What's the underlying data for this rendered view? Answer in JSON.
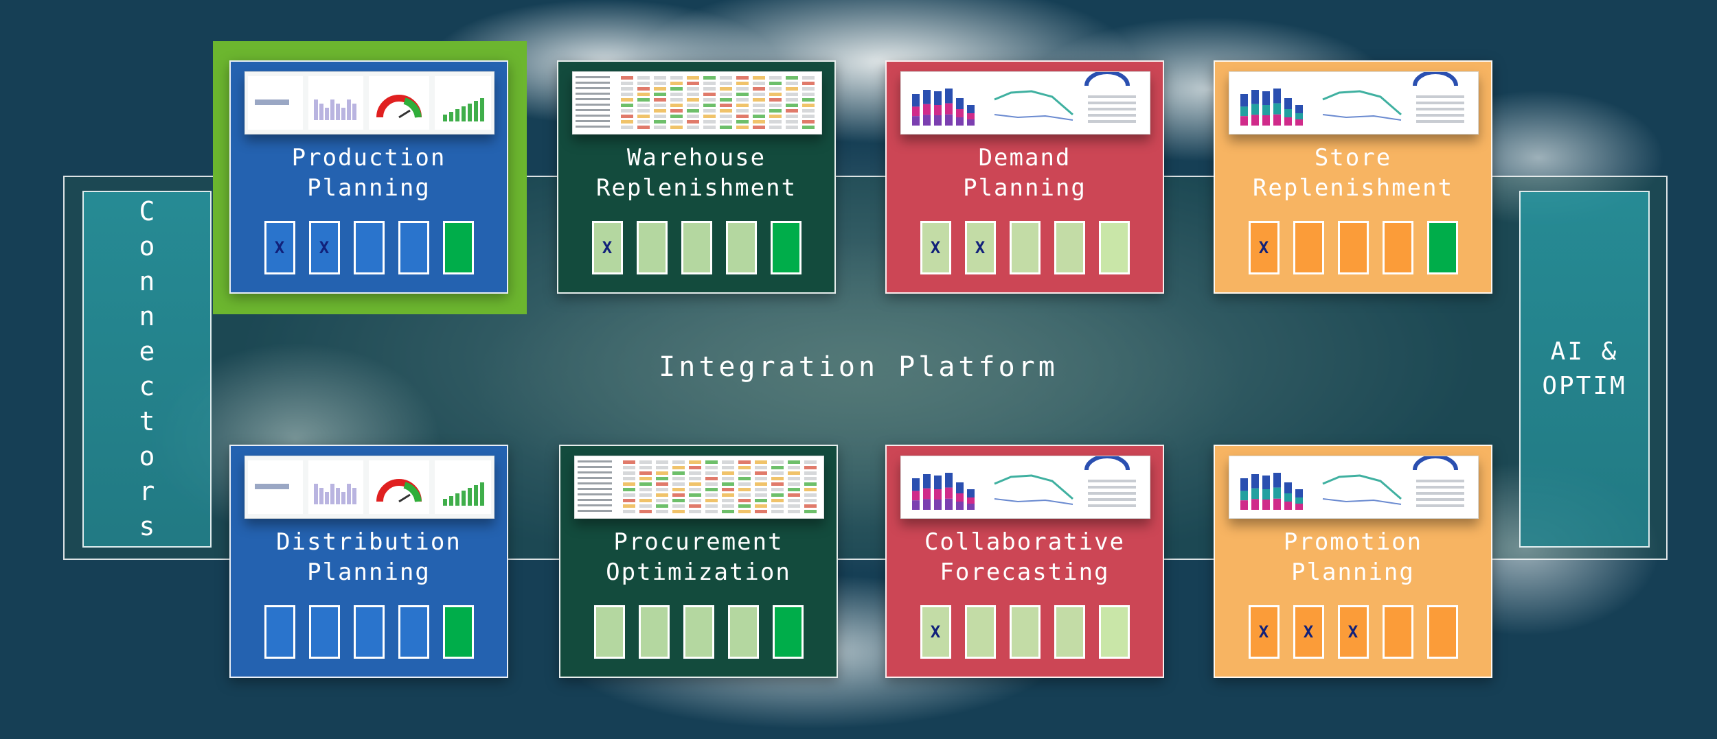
{
  "platform": {
    "title": "Integration Platform",
    "left_panel": "Connectors",
    "right_panel": "AI &\nOPTIM"
  },
  "colors": {
    "blue": "#2462b0",
    "blue_box": "#2a74cc",
    "dark_green": "#134b3d",
    "light_green_box": "#b4d7a0",
    "red": "#cc4655",
    "pale_green_box": "#c3dca6",
    "orange": "#f7b462",
    "orange_box": "#fb9c39",
    "status_green": "#00ad4a",
    "highlight": "#6cb62f"
  },
  "modules": [
    {
      "label": "Production\nPlanning",
      "theme": "blue",
      "highlighted": true,
      "boxes": [
        "X",
        "X",
        "",
        "",
        ""
      ],
      "last_green": true,
      "thumb": "dashboard"
    },
    {
      "label": "Warehouse\nReplenishment",
      "theme": "dark_green",
      "highlighted": false,
      "boxes": [
        "X",
        "",
        "",
        "",
        ""
      ],
      "last_green": true,
      "thumb": "table"
    },
    {
      "label": "Demand\nPlanning",
      "theme": "red",
      "highlighted": false,
      "boxes": [
        "X",
        "X",
        "",
        "",
        ""
      ],
      "last_green": false,
      "thumb": "charts"
    },
    {
      "label": "Store\nReplenishment",
      "theme": "orange",
      "highlighted": false,
      "boxes": [
        "X",
        "",
        "",
        "",
        ""
      ],
      "last_green": true,
      "thumb": "charts2"
    },
    {
      "label": "Distribution\nPlanning",
      "theme": "blue",
      "highlighted": false,
      "boxes": [
        "",
        "",
        "",
        "",
        ""
      ],
      "last_green": true,
      "thumb": "dashboard"
    },
    {
      "label": "Procurement\nOptimization",
      "theme": "dark_green",
      "highlighted": false,
      "boxes": [
        "",
        "",
        "",
        "",
        ""
      ],
      "last_green": true,
      "thumb": "table"
    },
    {
      "label": "Collaborative\nForecasting",
      "theme": "red",
      "highlighted": false,
      "boxes": [
        "X",
        "",
        "",
        "",
        ""
      ],
      "last_green": false,
      "thumb": "charts"
    },
    {
      "label": "Promotion\nPlanning",
      "theme": "orange",
      "highlighted": false,
      "boxes": [
        "X",
        "X",
        "X",
        "",
        ""
      ],
      "last_green": false,
      "thumb": "charts2"
    }
  ]
}
